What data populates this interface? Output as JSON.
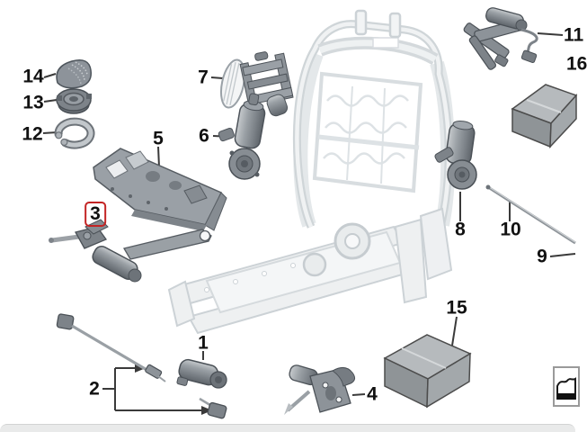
{
  "diagram_type": "exploded-parts-diagram",
  "selected_callout": "3",
  "colors": {
    "highlight_red": "#c32424",
    "leader_line": "#3a3a3a",
    "frame_light_gray": "#ccd2d6",
    "part_gray": "#8a9096",
    "background": "#ffffff"
  },
  "icons": {
    "corner": "seat-pictogram-icon"
  },
  "callouts": [
    {
      "id": "14",
      "text": "14"
    },
    {
      "id": "13",
      "text": "13"
    },
    {
      "id": "12",
      "text": "12"
    },
    {
      "id": "5",
      "text": "5"
    },
    {
      "id": "7",
      "text": "7"
    },
    {
      "id": "6",
      "text": "6"
    },
    {
      "id": "3",
      "text": "3",
      "highlighted": true
    },
    {
      "id": "2",
      "text": "2"
    },
    {
      "id": "1",
      "text": "1"
    },
    {
      "id": "4",
      "text": "4"
    },
    {
      "id": "15",
      "text": "15"
    },
    {
      "id": "8",
      "text": "8"
    },
    {
      "id": "10",
      "text": "10"
    },
    {
      "id": "9",
      "text": "9"
    },
    {
      "id": "11",
      "text": "11",
      "clipped_at_edge": true
    },
    {
      "id": "16",
      "text": "16",
      "clipped_at_edge": true
    }
  ]
}
